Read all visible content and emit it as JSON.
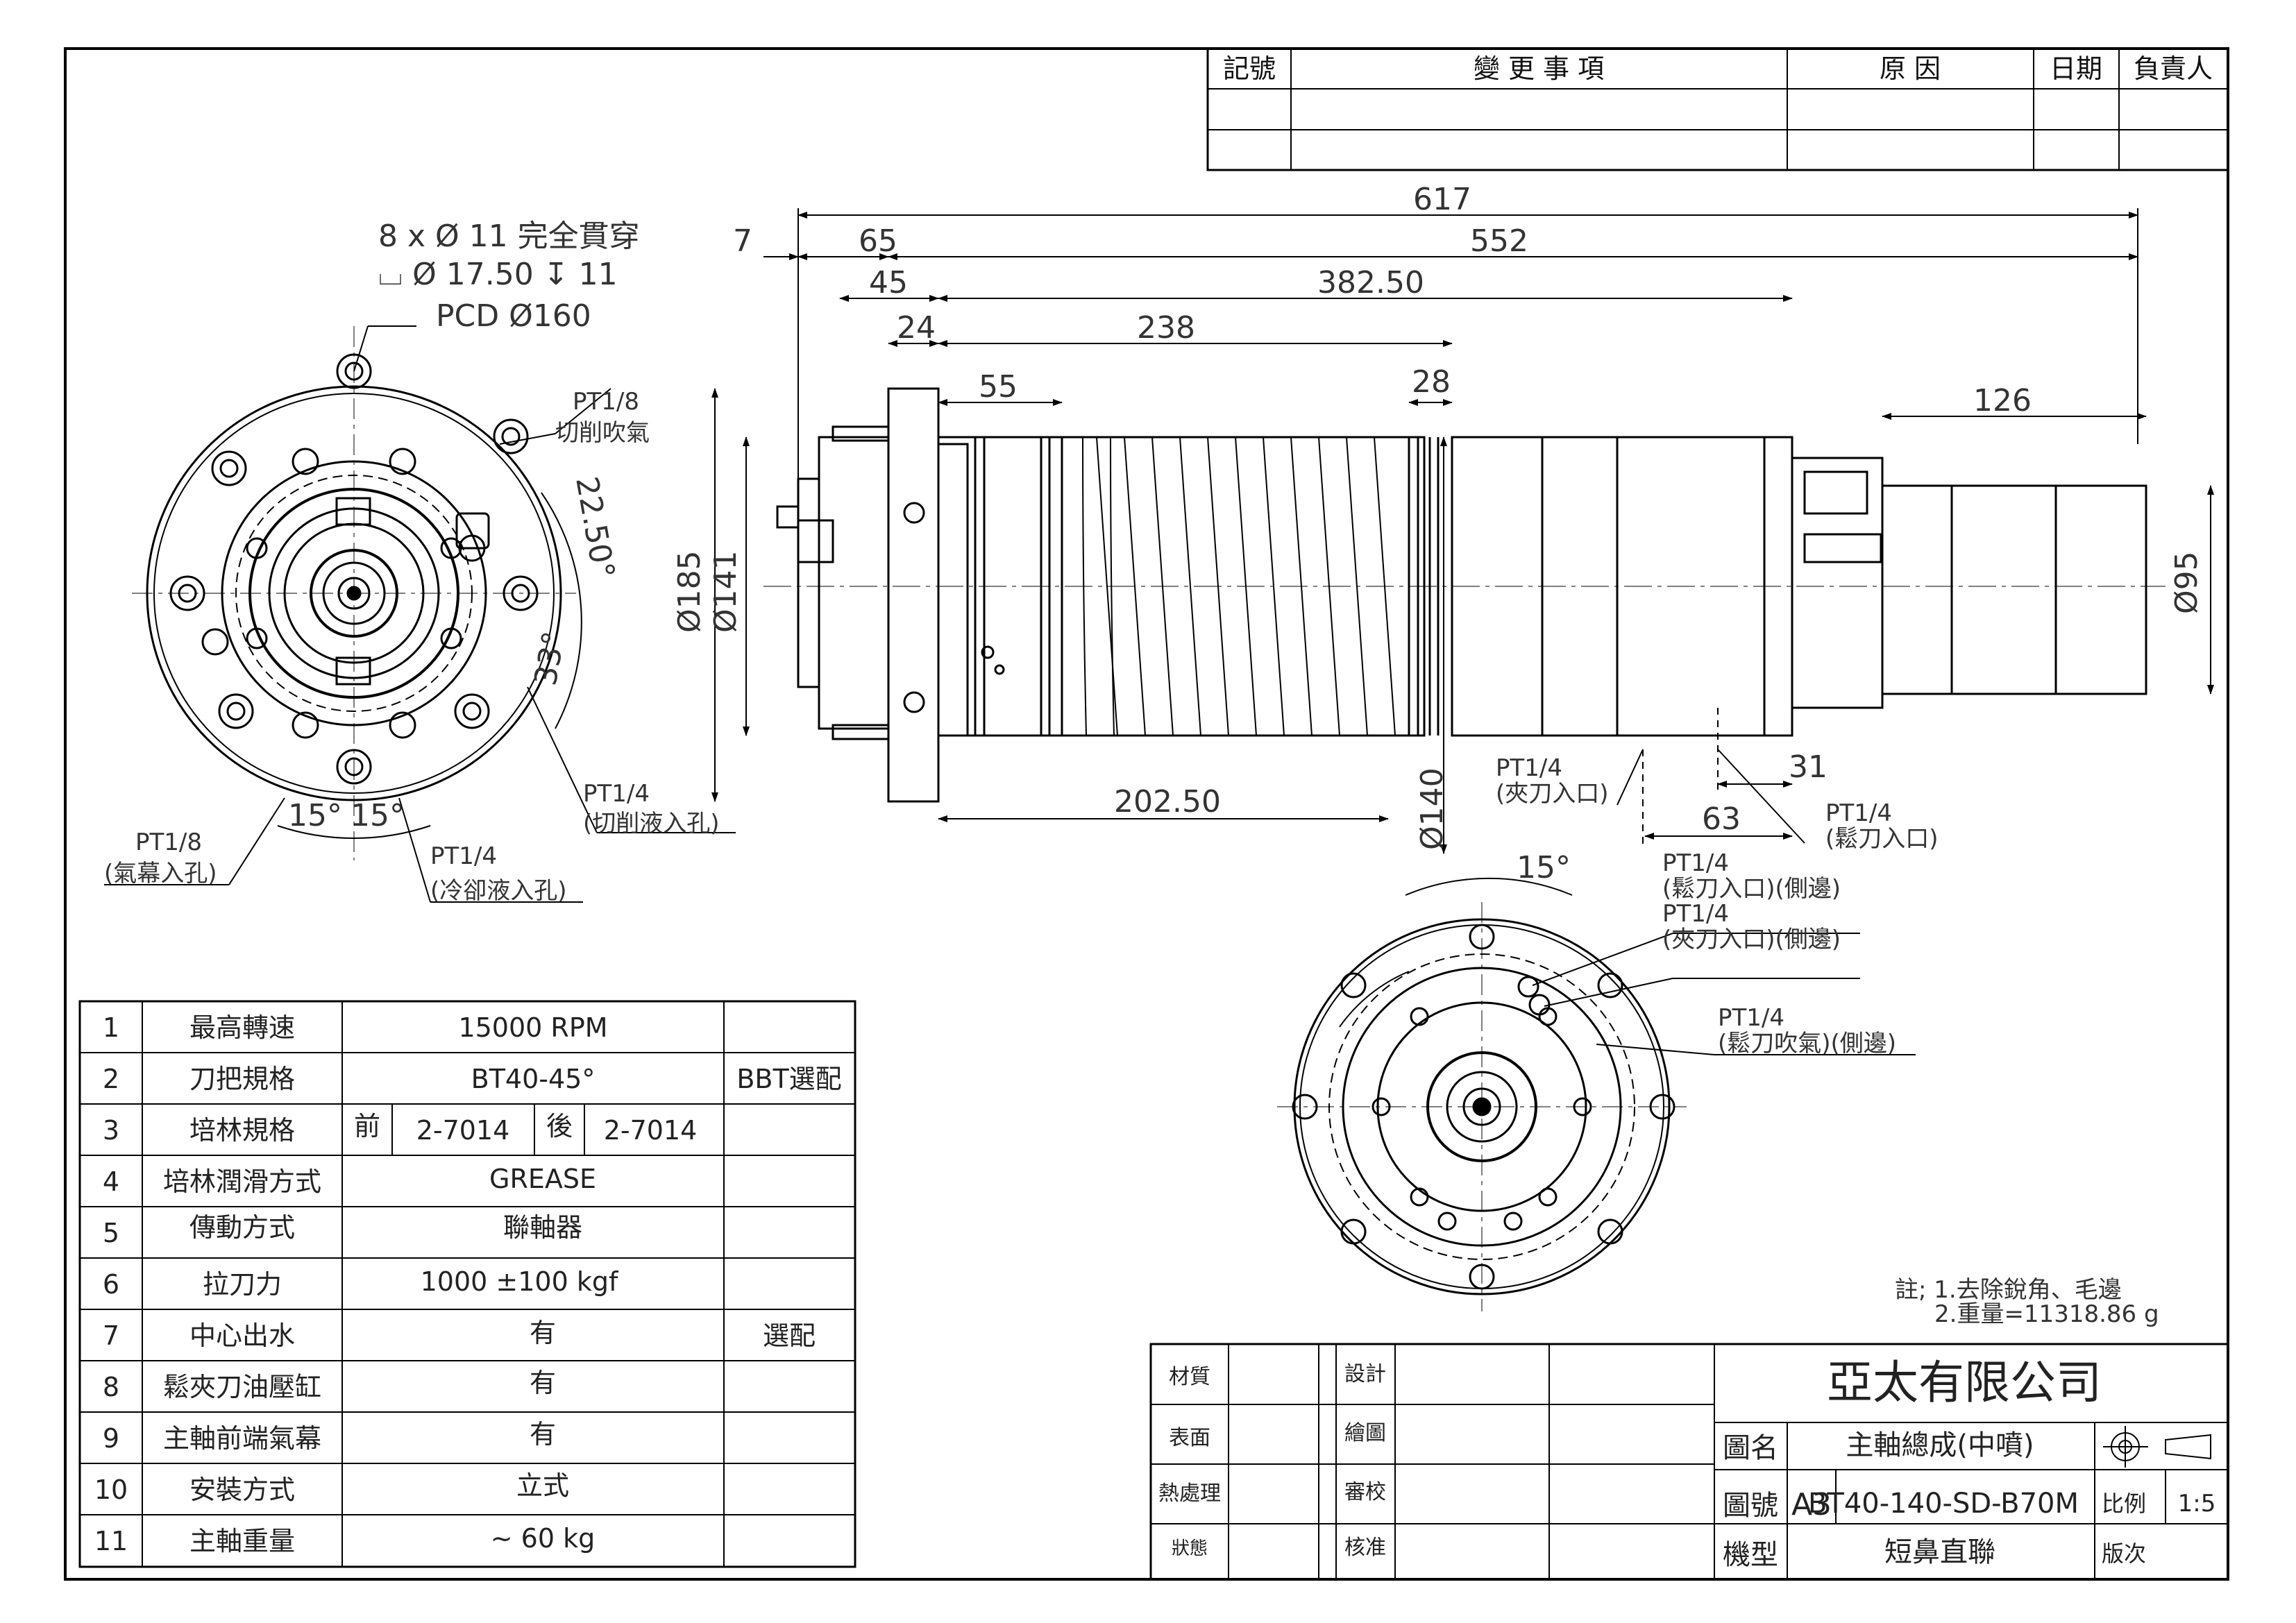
{
  "revision_table": {
    "headers": [
      "記號",
      "變 更 事 項",
      "原 因",
      "日期",
      "負責人"
    ]
  },
  "dimensions": {
    "overall": "617",
    "flange_to_end": "552",
    "d7": "7",
    "d65": "65",
    "d45": "45",
    "d382": "382.50",
    "d24": "24",
    "d238": "238",
    "d55": "55",
    "d28": "28",
    "d126": "126",
    "dia185": "Ø185",
    "dia141": "Ø141",
    "dia140": "Ø140",
    "dia95": "Ø95",
    "d202": "202.50",
    "d63": "63",
    "d31": "31",
    "angle_22": "22.50°",
    "angle_33": "33°",
    "angle_15a": "15°",
    "angle_15b": "15°",
    "angle_15c": "15°"
  },
  "hole_note": {
    "line1": "8 x Ø 11 完全貫穿",
    "line2": "⌴ Ø 17.50 ↧ 11",
    "line3": "PCD Ø160"
  },
  "port_labels": {
    "cut_air_1": "PT1/8",
    "cut_air_2": "切削吹氣",
    "cut_fluid_1": "PT1/4",
    "cut_fluid_2": "(切削液入孔)",
    "air_curtain_1": "PT1/8",
    "air_curtain_2": "(氣幕入孔)",
    "coolant_1": "PT1/4",
    "coolant_2": "(冷卻液入孔)",
    "clamp_1": "PT1/4",
    "clamp_2": "(夾刀入口)",
    "release_1": "PT1/4",
    "release_2": "(鬆刀入口)",
    "release_side_1": "PT1/4",
    "release_side_2": "(鬆刀入口)(側邊)",
    "clamp_side_1": "PT1/4",
    "clamp_side_2": "(夾刀入口)(側邊)",
    "blow_side_1": "PT1/4",
    "blow_side_2": "(鬆刀吹氣)(側邊)"
  },
  "spec_table": [
    {
      "no": "1",
      "item": "最高轉速",
      "value": "15000 RPM",
      "remark": ""
    },
    {
      "no": "2",
      "item": "刀把規格",
      "value": "BT40-45°",
      "remark": "BBT選配"
    },
    {
      "no": "3",
      "item": "培林規格",
      "front_label": "前",
      "front": "2-7014",
      "rear_label": "後",
      "rear": "2-7014",
      "remark": ""
    },
    {
      "no": "4",
      "item": "培林潤滑方式",
      "value": "GREASE",
      "remark": ""
    },
    {
      "no": "5",
      "item": "傳動方式",
      "value": "聯軸器",
      "remark": ""
    },
    {
      "no": "6",
      "item": "拉刀力",
      "value": "1000 ±100 kgf",
      "remark": ""
    },
    {
      "no": "7",
      "item": "中心出水",
      "value": "有",
      "remark": "選配"
    },
    {
      "no": "8",
      "item": "鬆夾刀油壓缸",
      "value": "有",
      "remark": ""
    },
    {
      "no": "9",
      "item": "主軸前端氣幕",
      "value": "有",
      "remark": ""
    },
    {
      "no": "10",
      "item": "安裝方式",
      "value": "立式",
      "remark": ""
    },
    {
      "no": "11",
      "item": "主軸重量",
      "value": "~ 60 kg",
      "remark": ""
    }
  ],
  "notes": {
    "line1": "註; 1.去除銳角、毛邊",
    "line2": "2.重量=11318.86 g"
  },
  "title_block": {
    "company": "亞太有限公司",
    "left_labels": [
      "材質",
      "表面",
      "熱處理",
      "狀態"
    ],
    "mid_labels": [
      "設計",
      "繪圖",
      "審校",
      "核准"
    ],
    "name_label": "圖名",
    "name": "主軸總成(中噴)",
    "number_label": "圖號",
    "size": "A3",
    "number": "BT40-140-SD-B70M",
    "scale_label": "比例",
    "scale": "1:5",
    "model_label": "機型",
    "model": "短鼻直聯",
    "version_label": "版次"
  }
}
